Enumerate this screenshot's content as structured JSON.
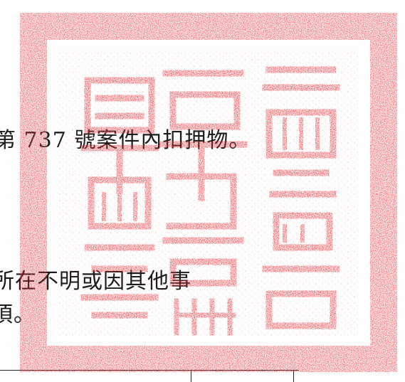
{
  "document": {
    "line1": "第 737 號案件內扣押物。",
    "line2": "所在不明或因其他事",
    "line3": "須。"
  },
  "seal": {
    "color": "#e8343a"
  }
}
